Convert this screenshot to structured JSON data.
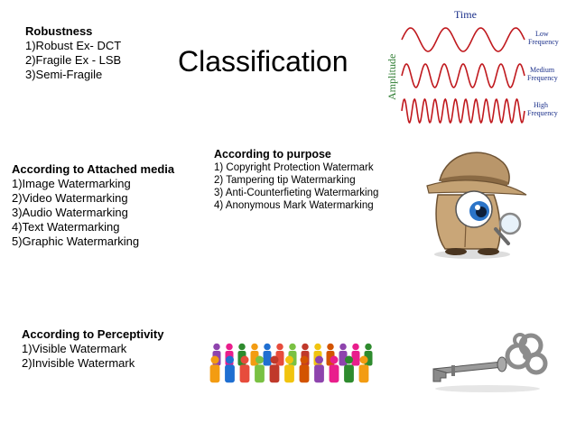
{
  "robustness": {
    "title": "Robustness",
    "items": [
      "1)Robust Ex- DCT",
      "2)Fragile Ex - LSB",
      "3)Semi-Fragile"
    ]
  },
  "slide_title": "Classification",
  "attached_media": {
    "title": "According to Attached media",
    "items": [
      "1)Image Watermarking",
      "2)Video Watermarking",
      "3)Audio Watermarking",
      "4)Text Watermarking",
      "5)Graphic Watermarking"
    ]
  },
  "purpose": {
    "title": "According to purpose",
    "items": [
      "1) Copyright Protection Watermark",
      "2) Tampering tip Watermarking",
      "3) Anti-Counterfieting Watermarking",
      "4) Anonymous Mark Watermarking"
    ]
  },
  "perceptivity": {
    "title": "According to Perceptivity",
    "items": [
      "1)Visible Watermark",
      "2)Invisible Watermark"
    ]
  },
  "wave_figure": {
    "time_label": "Time",
    "amplitude_label": "Amplitude",
    "low_label": [
      "Low",
      "Frequency"
    ],
    "medium_label": [
      "Medium",
      "Frequency"
    ],
    "high_label": [
      "High",
      "Frequency"
    ]
  },
  "colors": {
    "wave": "#c0191e",
    "label": "#1a2f8a",
    "amplitude": "#2e7d32"
  }
}
